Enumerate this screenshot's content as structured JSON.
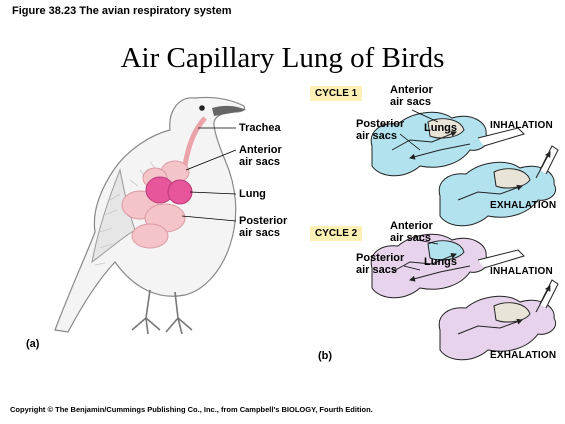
{
  "figure_caption": "Figure 38.23  The avian respiratory system",
  "title": "Air Capillary Lung of Birds",
  "part_a": {
    "panel_label": "(a)",
    "labels": {
      "trachea": "Trachea",
      "anterior_l1": "Anterior",
      "anterior_l2": "air sacs",
      "lung": "Lung",
      "posterior_l1": "Posterior",
      "posterior_l2": "air sacs"
    }
  },
  "part_b": {
    "panel_label": "(b)",
    "cycle1": {
      "badge": "CYCLE 1",
      "anterior_l1": "Anterior",
      "anterior_l2": "air sacs",
      "posterior_l1": "Posterior",
      "posterior_l2": "air sacs",
      "lungs": "Lungs",
      "inhalation": "INHALATION",
      "exhalation": "EXHALATION"
    },
    "cycle2": {
      "badge": "CYCLE 2",
      "anterior_l1": "Anterior",
      "anterior_l2": "air sacs",
      "posterior_l1": "Posterior",
      "posterior_l2": "air sacs",
      "lungs": "Lungs",
      "inhalation": "INHALATION",
      "exhalation": "EXHALATION"
    }
  },
  "copyright": "Copyright © The Benjamin/Cummings Publishing Co., Inc., from Campbell's BIOLOGY, Fourth Edition.",
  "colors": {
    "cycle_badge": "#fcf0b4",
    "cycle1_air": "#b3e2ef",
    "cycle2_air": "#e7d4ec",
    "lung_tissue": "#e9e4d8",
    "bird_organs": "#f4c4c9",
    "bird_lung": "#e7559a"
  }
}
